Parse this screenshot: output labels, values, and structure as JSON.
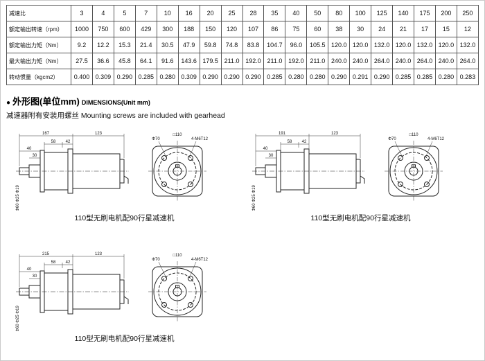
{
  "page": {
    "bg": "#ffffff",
    "line_color": "#222222"
  },
  "table": {
    "rows": [
      {
        "label": "减速比",
        "values": [
          "3",
          "4",
          "5",
          "7",
          "10",
          "16",
          "20",
          "25",
          "28",
          "35",
          "40",
          "50",
          "80",
          "100",
          "125",
          "140",
          "175",
          "200",
          "250"
        ]
      },
      {
        "label": "额定输出转速（rpm）",
        "values": [
          "1000",
          "750",
          "600",
          "429",
          "300",
          "188",
          "150",
          "120",
          "107",
          "86",
          "75",
          "60",
          "38",
          "30",
          "24",
          "21",
          "17",
          "15",
          "12"
        ]
      },
      {
        "label": "额定输出力矩（Nm）",
        "values": [
          "9.2",
          "12.2",
          "15.3",
          "21.4",
          "30.5",
          "47.9",
          "59.8",
          "74.8",
          "83.8",
          "104.7",
          "96.0",
          "105.5",
          "120.0",
          "120.0",
          "132.0",
          "120.0",
          "132.0",
          "120.0",
          "132.0"
        ]
      },
      {
        "label": "最大输出力矩（Nm）",
        "values": [
          "27.5",
          "36.6",
          "45.8",
          "64.1",
          "91.6",
          "143.6",
          "179.5",
          "211.0",
          "192.0",
          "211.0",
          "192.0",
          "211.0",
          "240.0",
          "240.0",
          "264.0",
          "240.0",
          "264.0",
          "240.0",
          "264.0"
        ]
      },
      {
        "label": "转动惯量（kgcm2）",
        "values": [
          "0.400",
          "0.309",
          "0.290",
          "0.285",
          "0.280",
          "0.309",
          "0.290",
          "0.290",
          "0.290",
          "0.285",
          "0.280",
          "0.280",
          "0.290",
          "0.291",
          "0.290",
          "0.285",
          "0.285",
          "0.280",
          "0.283"
        ]
      }
    ]
  },
  "section": {
    "bullet": "●",
    "heading_cn": "外形图(单位mm)",
    "heading_en": "DIMENSIONS(Unit mm)",
    "note_cn": "减速器附有安装用螺丝",
    "note_en": "Mounting screws are included with gearhead"
  },
  "drawings": [
    {
      "dims": {
        "total": "167",
        "motor": "123",
        "a": "58",
        "b": "42",
        "s1": "40",
        "s2": "30",
        "shaft": "Φ60 Φ25 Φ19"
      },
      "front": {
        "square": "□110",
        "bcd": "Φ70",
        "holes": "4-M6T12"
      },
      "caption": "110型无刷电机配90行星减速机"
    },
    {
      "dims": {
        "total": "191",
        "motor": "123",
        "a": "58",
        "b": "42",
        "s1": "40",
        "s2": "30",
        "shaft": "Φ60 Φ25 Φ19"
      },
      "front": {
        "square": "□110",
        "bcd": "Φ70",
        "holes": "4-M6T12"
      },
      "caption": "110型无刷电机配90行星减速机"
    },
    {
      "dims": {
        "total": "215",
        "motor": "123",
        "a": "58",
        "b": "42",
        "s1": "40",
        "s2": "30",
        "shaft": "Φ60 Φ25 Φ19"
      },
      "front": {
        "square": "□110",
        "bcd": "Φ70",
        "holes": "4-M6T12"
      },
      "caption": "110型无刷电机配90行星减速机"
    }
  ]
}
